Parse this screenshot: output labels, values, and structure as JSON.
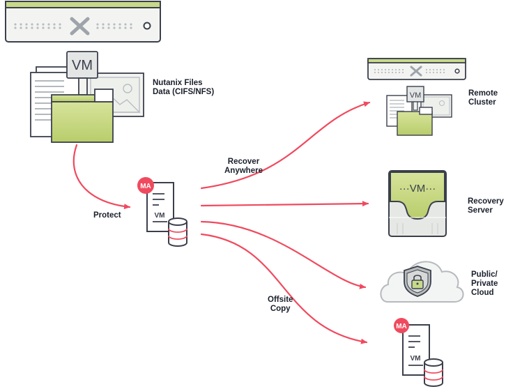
{
  "source_node": {
    "vm_badge": "VM",
    "label": "Nutanix Files\nData (CIFS/NFS)"
  },
  "media_agent": {
    "badge": "MA",
    "vm_label": "VM"
  },
  "edges": {
    "protect": "Protect",
    "recover_anywhere": "Recover\nAnywhere",
    "offsite_copy": "Offsite\nCopy"
  },
  "targets": {
    "remote_cluster": {
      "vm_badge": "VM",
      "label": "Remote\nCluster"
    },
    "recovery_server": {
      "vm_badge": "···VM···",
      "label": "Recovery\nServer"
    },
    "cloud": {
      "label": "Public/\nPrivate\nCloud"
    },
    "offsite_ma": {
      "badge": "MA",
      "vm_label": "VM"
    }
  },
  "colors": {
    "arrow": "#f04a5e",
    "folder_green": "#c8d98a",
    "outline": "#3a3f4b",
    "server_bg": "#f4f5f2"
  }
}
